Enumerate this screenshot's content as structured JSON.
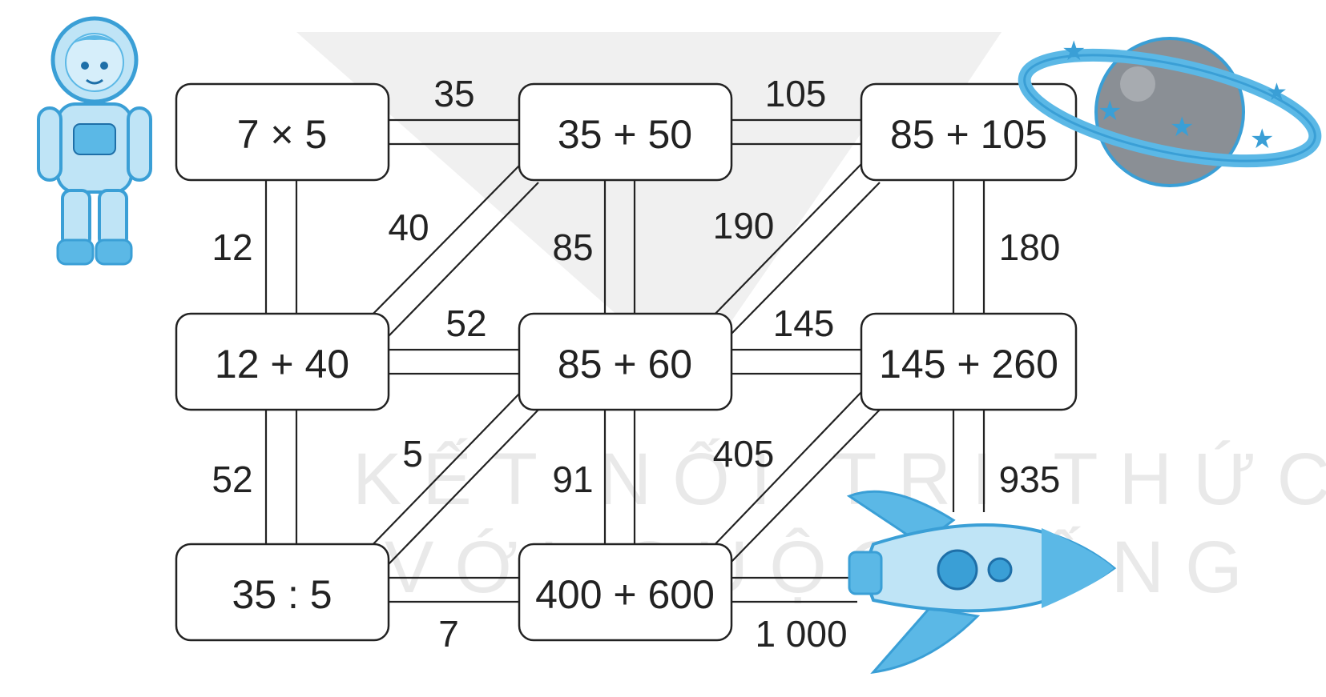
{
  "watermark": {
    "line1": "KẾT NỐI TRI THỨC",
    "line2": "VỚI CUỘC SỐNG"
  },
  "boxes": {
    "b00": "7 × 5",
    "b01": "35 + 50",
    "b02": "85 + 105",
    "b10": "12 + 40",
    "b11": "85 + 60",
    "b12": "145 + 260",
    "b20": "35 : 5",
    "b21": "400 + 600"
  },
  "edges": {
    "e_b00_b01": "35",
    "e_b01_b02": "105",
    "e_b00_b10": "12",
    "e_b10_b01": "40",
    "e_b01_b11": "85",
    "e_b11_b02": "190",
    "e_b02_b12": "180",
    "e_b10_b11": "52",
    "e_b11_b12": "145",
    "e_b10_b20": "52",
    "e_b20_b11": "5",
    "e_b11_b21": "91",
    "e_b21_b12": "405",
    "e_b12_rocket": "935",
    "e_b20_b21": "7",
    "e_b21_rocket": "1 000"
  },
  "icons": {
    "astronaut": "astronaut-icon",
    "planet": "planet-icon",
    "rocket": "rocket-icon"
  },
  "colors": {
    "icon_blue": "#5bb8e6",
    "icon_light": "#bfe4f6",
    "planet_gray": "#8a8f95",
    "box_border": "#222222"
  }
}
